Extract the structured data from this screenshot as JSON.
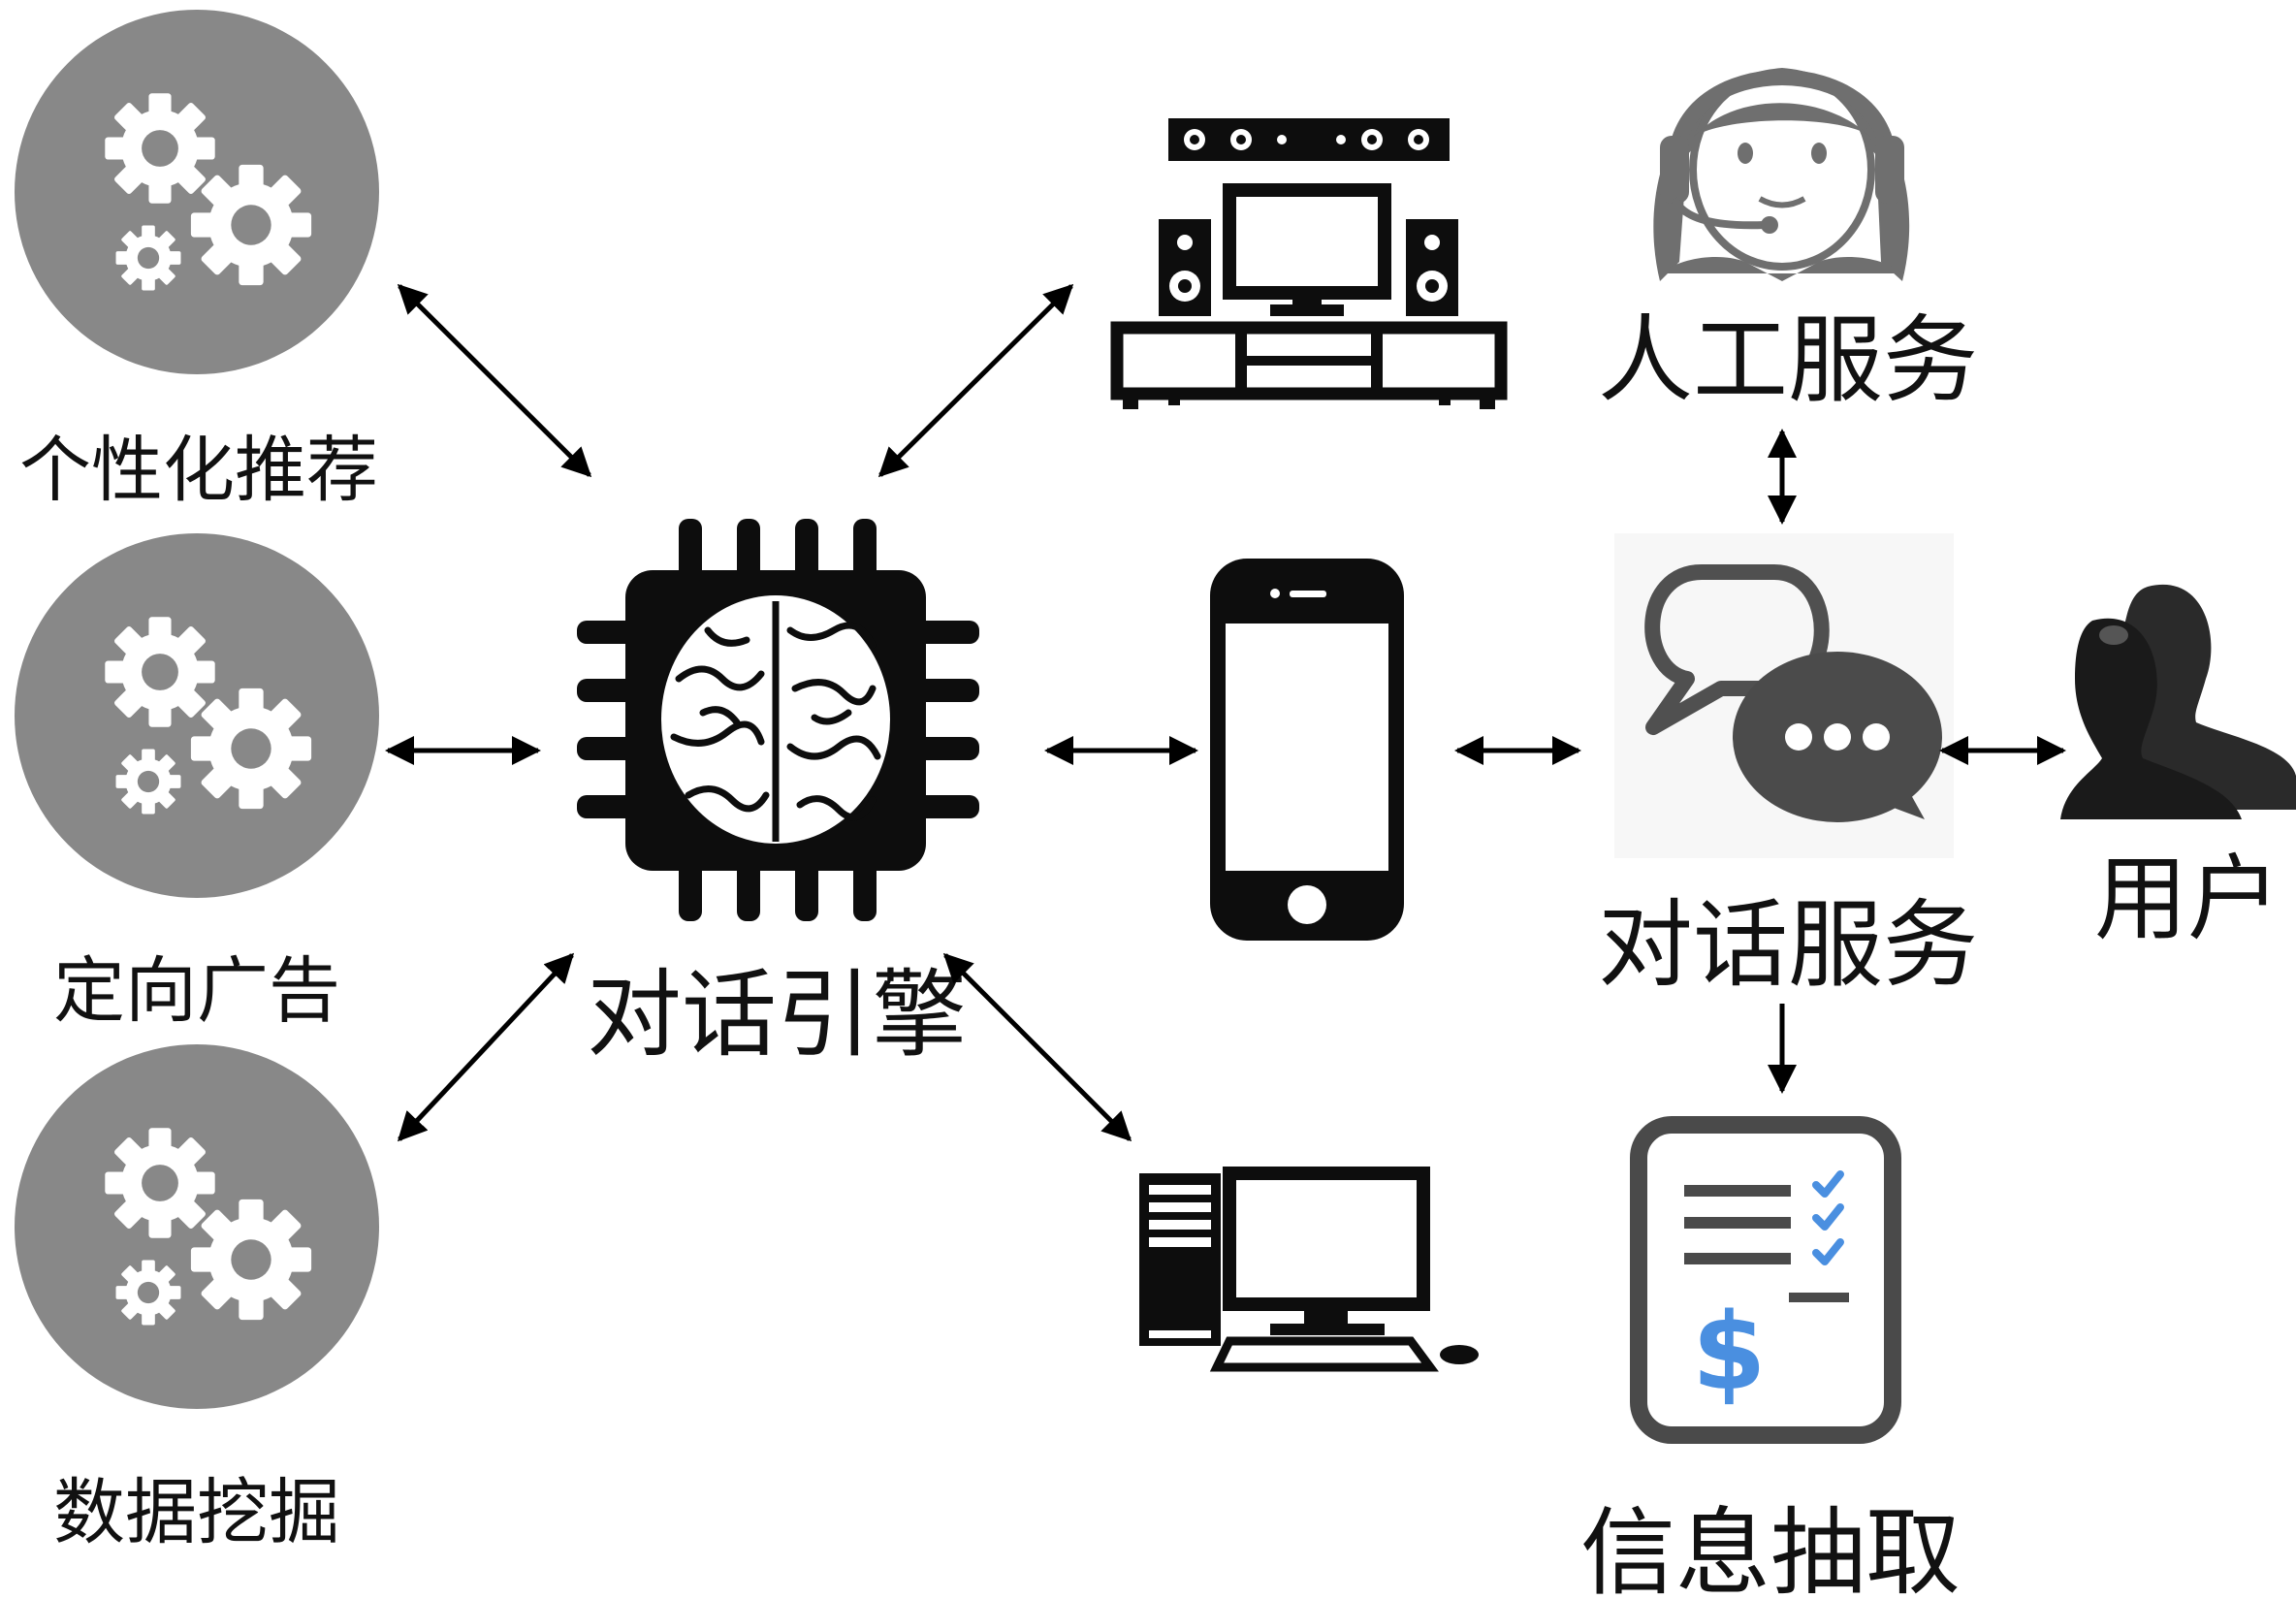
{
  "labels": {
    "personalized": "个性化推荐",
    "targeted_ads": "定向广告",
    "data_mining": "数据挖掘",
    "engine": "对话引擎",
    "human_service": "人工服务",
    "dialog_service": "对话服务",
    "user": "用户",
    "info_extraction": "信息抽取"
  },
  "icons": {
    "gears": "gears-icon",
    "brain_chip": "brain-chip-icon",
    "home_theater": "home-theater-icon",
    "smartphone": "smartphone-icon",
    "desktop": "desktop-computer-icon",
    "agent": "headset-agent-icon",
    "chat": "chat-bubbles-icon",
    "users": "users-icon",
    "invoice": "invoice-checklist-icon"
  },
  "colors": {
    "gear_circle": "#888888",
    "icon_dark": "#0d0d0d",
    "agent_gray": "#6f6f6f",
    "invoice_blue": "#4a8fe0",
    "arrow": "#000000"
  }
}
